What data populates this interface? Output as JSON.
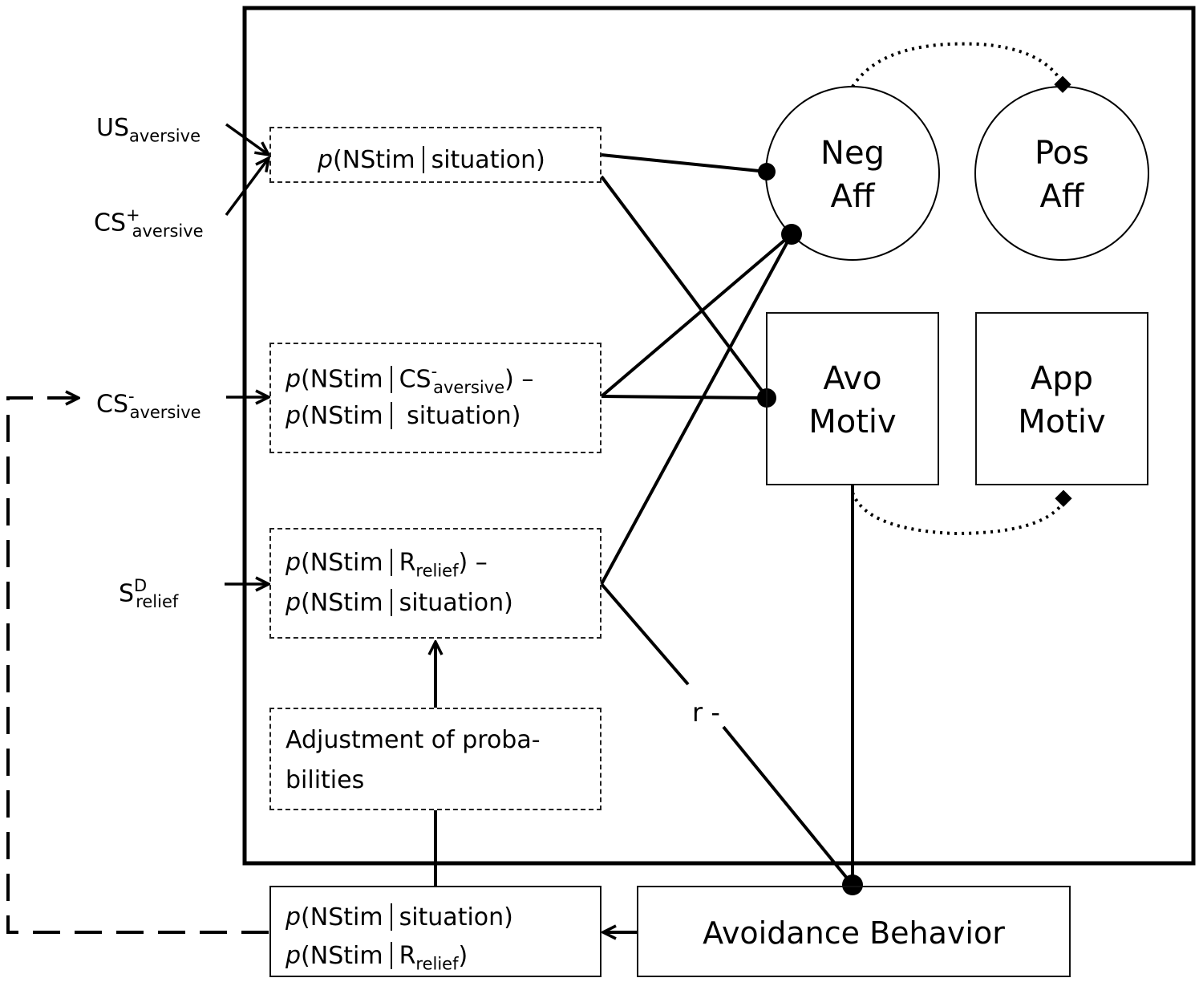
{
  "inputs": {
    "us": {
      "main": "US",
      "sub": "aversive"
    },
    "cs_plus": {
      "main": "CS",
      "sup": "+",
      "sub": "aversive"
    },
    "cs_minus": {
      "main": "CS",
      "sup": "-",
      "sub": "aversive"
    },
    "sd": {
      "main": "S",
      "sup": "D",
      "sub": "relief"
    }
  },
  "prob_box_1": {
    "p": "p",
    "text": "(NStim",
    "cond": "situation)"
  },
  "prob_box_2": {
    "line1": {
      "p": "p",
      "text": "(NStim",
      "cond_main": "CS",
      "cond_sup": "-",
      "cond_sub": "aversive",
      "tail": ") –"
    },
    "line2": {
      "p": "p",
      "text": "(NStim",
      "cond": " situation)"
    }
  },
  "prob_box_3": {
    "line1": {
      "p": "p",
      "text": "(NStim",
      "cond_main": "R",
      "cond_sub": "relief",
      "tail": ") –"
    },
    "line2": {
      "p": "p",
      "text": "(NStim",
      "cond": "situation)"
    }
  },
  "adjust_box": {
    "line1": "Adjustment of proba-",
    "line2": "bilities"
  },
  "nodes": {
    "neg_aff": {
      "line1": "Neg",
      "line2": "Aff"
    },
    "pos_aff": {
      "line1": "Pos",
      "line2": "Aff"
    },
    "avo_motiv": {
      "line1": "Avo",
      "line2": "Motiv"
    },
    "app_motiv": {
      "line1": "App",
      "line2": "Motiv"
    }
  },
  "r_label": "r -",
  "bottom_prob_box": {
    "line1": {
      "p": "p",
      "text": "(NStim",
      "cond": "situation)"
    },
    "line2": {
      "p": "p",
      "text": "(NStim",
      "cond_main": "R",
      "cond_sub": "relief",
      "tail": ")"
    }
  },
  "avoidance_behavior": "Avoidance Behavior"
}
